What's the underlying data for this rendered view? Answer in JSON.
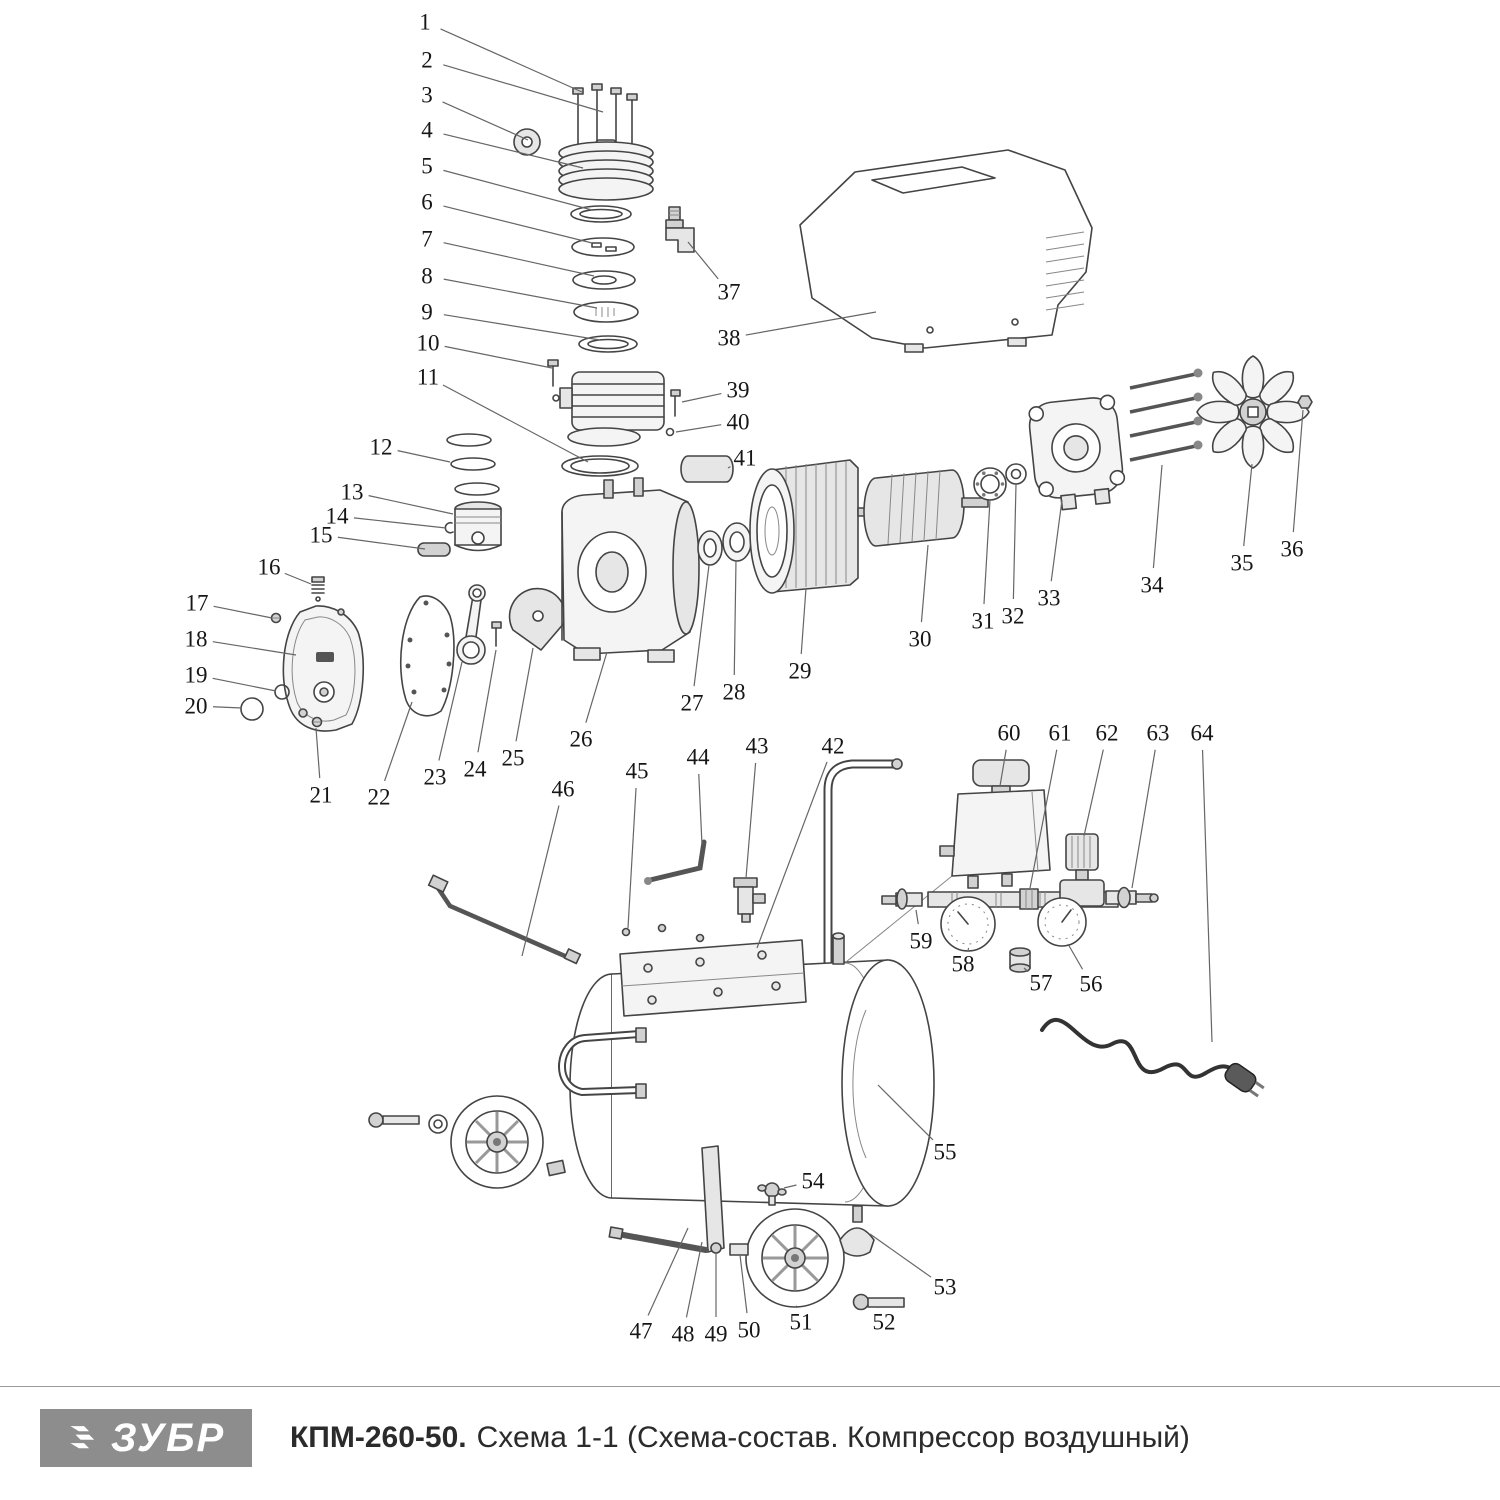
{
  "footer": {
    "brand": "ЗУБР",
    "model": "КПМ-260-50.",
    "subtitle": "Схема 1-1 (Схема-состав. Компрессор воздушный)"
  },
  "diagram": {
    "description_numbers_total": 64,
    "callouts": [
      {
        "n": "1",
        "label": [
          425,
          22
        ],
        "target": [
          582,
          92
        ]
      },
      {
        "n": "2",
        "label": [
          427,
          60
        ],
        "target": [
          603,
          112
        ]
      },
      {
        "n": "3",
        "label": [
          427,
          95
        ],
        "target": [
          528,
          140
        ]
      },
      {
        "n": "4",
        "label": [
          427,
          130
        ],
        "target": [
          583,
          168
        ]
      },
      {
        "n": "5",
        "label": [
          427,
          166
        ],
        "target": [
          592,
          210
        ]
      },
      {
        "n": "6",
        "label": [
          427,
          202
        ],
        "target": [
          592,
          243
        ]
      },
      {
        "n": "7",
        "label": [
          427,
          239
        ],
        "target": [
          594,
          276
        ]
      },
      {
        "n": "8",
        "label": [
          427,
          276
        ],
        "target": [
          597,
          308
        ]
      },
      {
        "n": "9",
        "label": [
          427,
          312
        ],
        "target": [
          600,
          340
        ]
      },
      {
        "n": "10",
        "label": [
          428,
          343
        ],
        "target": [
          552,
          368
        ]
      },
      {
        "n": "11",
        "label": [
          428,
          377
        ],
        "target": [
          588,
          462
        ]
      },
      {
        "n": "12",
        "label": [
          381,
          447
        ],
        "target": [
          450,
          462
        ]
      },
      {
        "n": "13",
        "label": [
          352,
          492
        ],
        "target": [
          453,
          514
        ]
      },
      {
        "n": "14",
        "label": [
          337,
          516
        ],
        "target": [
          446,
          528
        ]
      },
      {
        "n": "15",
        "label": [
          321,
          535
        ],
        "target": [
          425,
          549
        ]
      },
      {
        "n": "16",
        "label": [
          269,
          567
        ],
        "target": [
          311,
          584
        ]
      },
      {
        "n": "17",
        "label": [
          197,
          603
        ],
        "target": [
          272,
          618
        ]
      },
      {
        "n": "18",
        "label": [
          196,
          639
        ],
        "target": [
          296,
          655
        ]
      },
      {
        "n": "19",
        "label": [
          196,
          675
        ],
        "target": [
          276,
          691
        ]
      },
      {
        "n": "20",
        "label": [
          196,
          706
        ],
        "target": [
          242,
          708
        ]
      },
      {
        "n": "21",
        "label": [
          321,
          795
        ],
        "target": [
          316,
          728
        ]
      },
      {
        "n": "22",
        "label": [
          379,
          797
        ],
        "target": [
          412,
          702
        ]
      },
      {
        "n": "23",
        "label": [
          435,
          777
        ],
        "target": [
          462,
          662
        ]
      },
      {
        "n": "24",
        "label": [
          475,
          769
        ],
        "target": [
          496,
          650
        ]
      },
      {
        "n": "25",
        "label": [
          513,
          758
        ],
        "target": [
          533,
          648
        ]
      },
      {
        "n": "26",
        "label": [
          581,
          739
        ],
        "target": [
          607,
          652
        ]
      },
      {
        "n": "27",
        "label": [
          692,
          703
        ],
        "target": [
          709,
          565
        ]
      },
      {
        "n": "28",
        "label": [
          734,
          692
        ],
        "target": [
          736,
          560
        ]
      },
      {
        "n": "29",
        "label": [
          800,
          671
        ],
        "target": [
          806,
          588
        ]
      },
      {
        "n": "30",
        "label": [
          920,
          639
        ],
        "target": [
          928,
          545
        ]
      },
      {
        "n": "31",
        "label": [
          983,
          621
        ],
        "target": [
          990,
          500
        ]
      },
      {
        "n": "32",
        "label": [
          1013,
          616
        ],
        "target": [
          1016,
          484
        ]
      },
      {
        "n": "33",
        "label": [
          1049,
          598
        ],
        "target": [
          1062,
          500
        ]
      },
      {
        "n": "34",
        "label": [
          1152,
          585
        ],
        "target": [
          1162,
          465
        ]
      },
      {
        "n": "35",
        "label": [
          1242,
          563
        ],
        "target": [
          1252,
          464
        ]
      },
      {
        "n": "36",
        "label": [
          1292,
          549
        ],
        "target": [
          1303,
          410
        ]
      },
      {
        "n": "37",
        "label": [
          729,
          292
        ],
        "target": [
          688,
          242
        ]
      },
      {
        "n": "38",
        "label": [
          729,
          338
        ],
        "target": [
          876,
          312
        ]
      },
      {
        "n": "39",
        "label": [
          738,
          390
        ],
        "target": [
          682,
          402
        ]
      },
      {
        "n": "40",
        "label": [
          738,
          422
        ],
        "target": [
          676,
          432
        ]
      },
      {
        "n": "41",
        "label": [
          745,
          458
        ],
        "target": [
          728,
          468
        ]
      },
      {
        "n": "42",
        "label": [
          833,
          746
        ],
        "target": [
          757,
          948
        ]
      },
      {
        "n": "43",
        "label": [
          757,
          746
        ],
        "target": [
          746,
          878
        ]
      },
      {
        "n": "44",
        "label": [
          698,
          757
        ],
        "target": [
          702,
          845
        ]
      },
      {
        "n": "45",
        "label": [
          637,
          771
        ],
        "target": [
          628,
          928
        ]
      },
      {
        "n": "46",
        "label": [
          563,
          789
        ],
        "target": [
          522,
          956
        ]
      },
      {
        "n": "47",
        "label": [
          641,
          1331
        ],
        "target": [
          688,
          1228
        ]
      },
      {
        "n": "48",
        "label": [
          683,
          1334
        ],
        "target": [
          702,
          1242
        ]
      },
      {
        "n": "49",
        "label": [
          716,
          1334
        ],
        "target": [
          716,
          1252
        ]
      },
      {
        "n": "50",
        "label": [
          749,
          1330
        ],
        "target": [
          740,
          1255
        ]
      },
      {
        "n": "51",
        "label": [
          801,
          1322
        ],
        "target": [
          797,
          1308
        ]
      },
      {
        "n": "52",
        "label": [
          884,
          1322
        ],
        "target": [
          878,
          1308
        ]
      },
      {
        "n": "53",
        "label": [
          945,
          1287
        ],
        "target": [
          870,
          1234
        ]
      },
      {
        "n": "54",
        "label": [
          813,
          1181
        ],
        "target": [
          784,
          1188
        ]
      },
      {
        "n": "55",
        "label": [
          945,
          1152
        ],
        "target": [
          878,
          1085
        ]
      },
      {
        "n": "56",
        "label": [
          1091,
          984
        ],
        "target": [
          1068,
          944
        ]
      },
      {
        "n": "57",
        "label": [
          1041,
          983
        ],
        "target": [
          1024,
          968
        ]
      },
      {
        "n": "58",
        "label": [
          963,
          964
        ],
        "target": [
          968,
          950
        ]
      },
      {
        "n": "59",
        "label": [
          921,
          941
        ],
        "target": [
          916,
          910
        ]
      },
      {
        "n": "60",
        "label": [
          1009,
          733
        ],
        "target": [
          1000,
          786
        ]
      },
      {
        "n": "61",
        "label": [
          1060,
          733
        ],
        "target": [
          1030,
          888
        ]
      },
      {
        "n": "62",
        "label": [
          1107,
          733
        ],
        "target": [
          1084,
          836
        ]
      },
      {
        "n": "63",
        "label": [
          1158,
          733
        ],
        "target": [
          1132,
          888
        ]
      },
      {
        "n": "64",
        "label": [
          1202,
          733
        ],
        "target": [
          1212,
          1042
        ]
      }
    ]
  }
}
